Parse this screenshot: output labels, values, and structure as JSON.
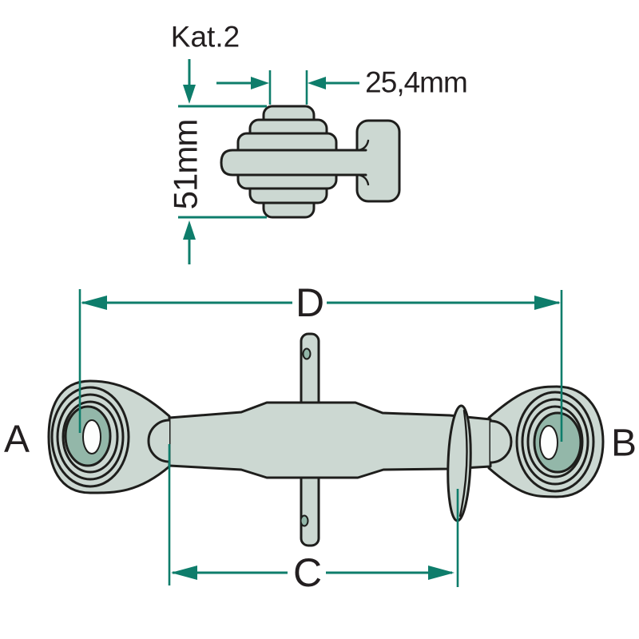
{
  "colors": {
    "background": "#ffffff",
    "part_fill": "#ccd8d2",
    "part_fill_dark": "#93b7a9",
    "bore_fill": "#fdfefd",
    "outline": "#1e1e1c",
    "dimension": "#0e7d6b",
    "text": "#231f20"
  },
  "detail_view": {
    "category_label": "Kat.2",
    "bore_diameter_label": "25,4mm",
    "ball_height_label": "51mm"
  },
  "main_view": {
    "left_end_label": "A",
    "right_end_label": "B",
    "inner_length_label": "C",
    "overall_length_label": "D"
  }
}
